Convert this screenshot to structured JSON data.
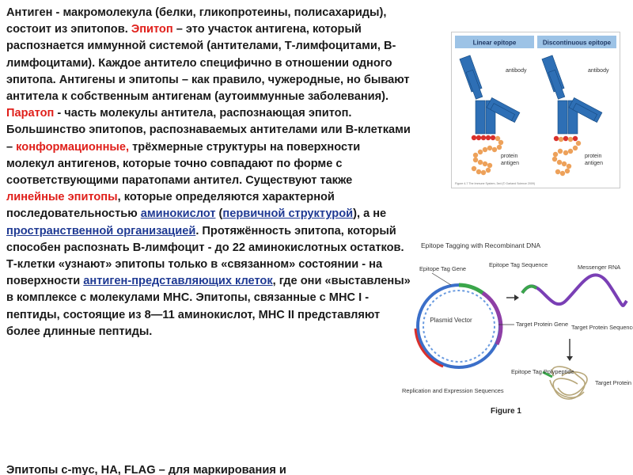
{
  "text": {
    "p1_a": "Антиген - макромолекула (белки, гликопротеины, полисахариды), состоит из эпитопов. ",
    "p1_term": "Эпитоп",
    "p1_b": " – это участок антигена, который распознается  иммунной системой (антителами, Т-лимфоцитами, В-лимфоцитами). Каждое антитело специфично в отношении одного эпитопа. Антигены и эпитопы – как правило, чужеродные, но бывают антитела к собственным антигенам (аутоиммунные заболевания).",
    "p2_term": "Паратоп",
    "p2_b": " - часть молекулы антитела, распознающая эпитоп.",
    "p3_a": "Большинство эпитопов, распознаваемых антителами или B-клетками – ",
    "p3_term": "конформационные,",
    "p3_b": " трёхмерные структуры на поверхности молекул антигенов, которые точно совпадают по форме с соответствующими паратопами антител. Существуют также ",
    "p3_term2": "линейные эпитопы",
    "p3_c": ", которые определяются характерной последовательностью ",
    "p3_link1": "аминокислот",
    "p3_d": " (",
    "p3_link2": "первичной структурой",
    "p3_e": "), а не ",
    "p3_link3": "пространственной организацией",
    "p3_f": ". Протяжённость эпитопа, который способен распознать B-лимфоцит - до 22 аминокислотных остатков.",
    "p4_a": "Т-клетки «узнают» эпитопы только в «связанном» состоянии - на поверхности ",
    "p4_link": "антиген-представляющих клеток",
    "p4_b": ", где они «выставлены» в комплексе с молекулами МНС. Эпитопы, связанные с МНС I - пептиды, состоящие из 8—11 аминокислот, МНС II представляют более длинные пептиды.",
    "p5_cut": "Эпитопы c-myc, HA, FLAG – для маркирования и"
  },
  "figure_epitope": {
    "linear_label": "Linear epitope",
    "discontinuous_label": "Discontinuous epitope",
    "antibody_label": "antibody",
    "antibody_label_2": "antibody",
    "protein_label": "protein",
    "antigen_label": "antigen",
    "protein_label_2": "protein",
    "antigen_label_2": "antigen",
    "caption": "Figure 4-7 The Immune System, 3ed (© Garland Science 2009)",
    "colors": {
      "header": "#9dc3e6",
      "antibody": "#2e6fb5",
      "epitope": "#d9302c",
      "antigen": "#eda15a"
    }
  },
  "figure_tagging": {
    "title": "Epitope Tagging with Recombinant DNA",
    "epitope_tag_gene": "Epitope Tag Gene",
    "epitope_tag_sequence": "Epitope Tag Sequence",
    "messenger_rna": "Messenger RNA",
    "plasmid_vector": "Plasmid Vector",
    "target_protein_gene": "Target Protein Gene",
    "target_protein_sequence": "Target Protein Sequence",
    "replication": "Replication and Expression Sequences",
    "epitope_tag_polypeptide": "Epitope Tag Polypeptide",
    "target_protein": "Target Protein",
    "figure_label": "Figure 1",
    "colors": {
      "plasmid": "#3b6fc9",
      "tag": "#3aa64a",
      "target": "#8e3fa6",
      "rna": "#7a3fb5",
      "protein": "#b7a77a"
    }
  }
}
